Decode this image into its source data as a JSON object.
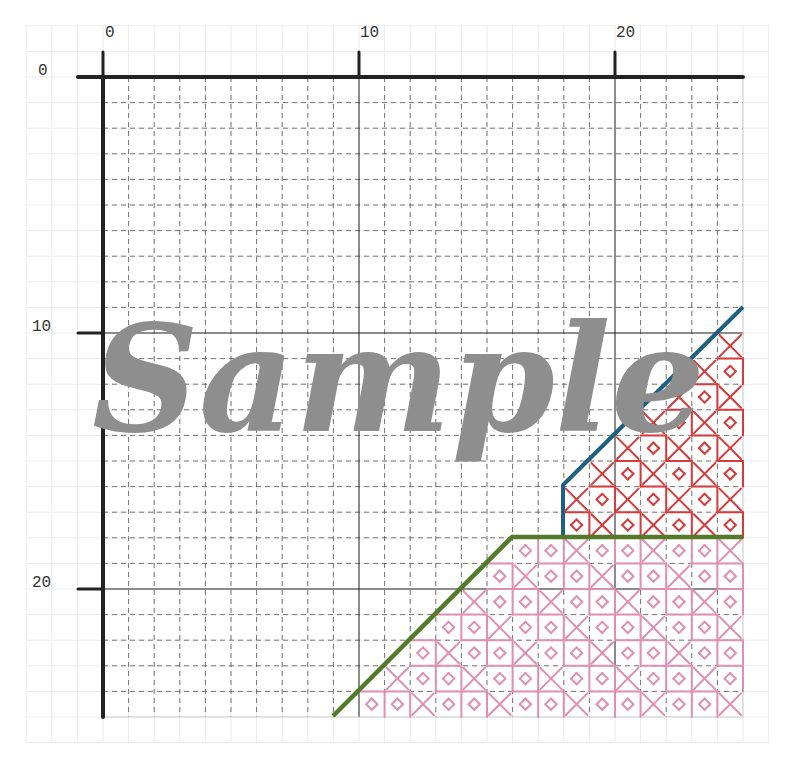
{
  "diagram": {
    "labels": [
      "0",
      "10",
      "20",
      "0",
      "10",
      "20",
      "Sample"
    ]
  }
}
